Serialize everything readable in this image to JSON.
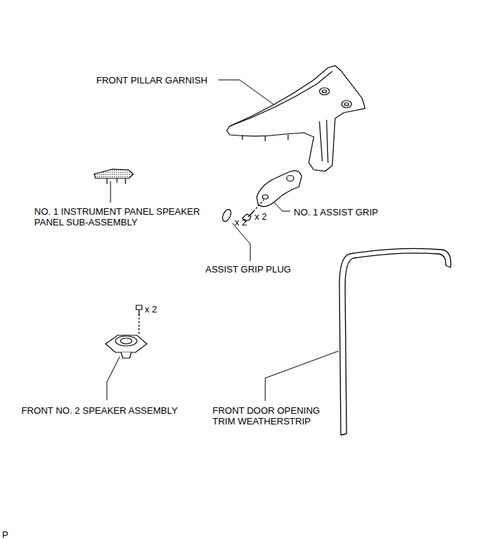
{
  "diagram": {
    "labels": [
      "FRONT PILLAR GARNISH",
      "NO. 1 INSTRUMENT PANEL SPEAKER PANEL SUB-ASSEMBLY",
      "x 2",
      "NO. 1 ASSIST GRIP",
      "x 2",
      "ASSIST GRIP PLUG",
      "x 2",
      "FRONT NO. 2 SPEAKER ASSEMBLY",
      "FRONT DOOR OPENING TRIM WEATHERSTRIP",
      "P"
    ]
  }
}
